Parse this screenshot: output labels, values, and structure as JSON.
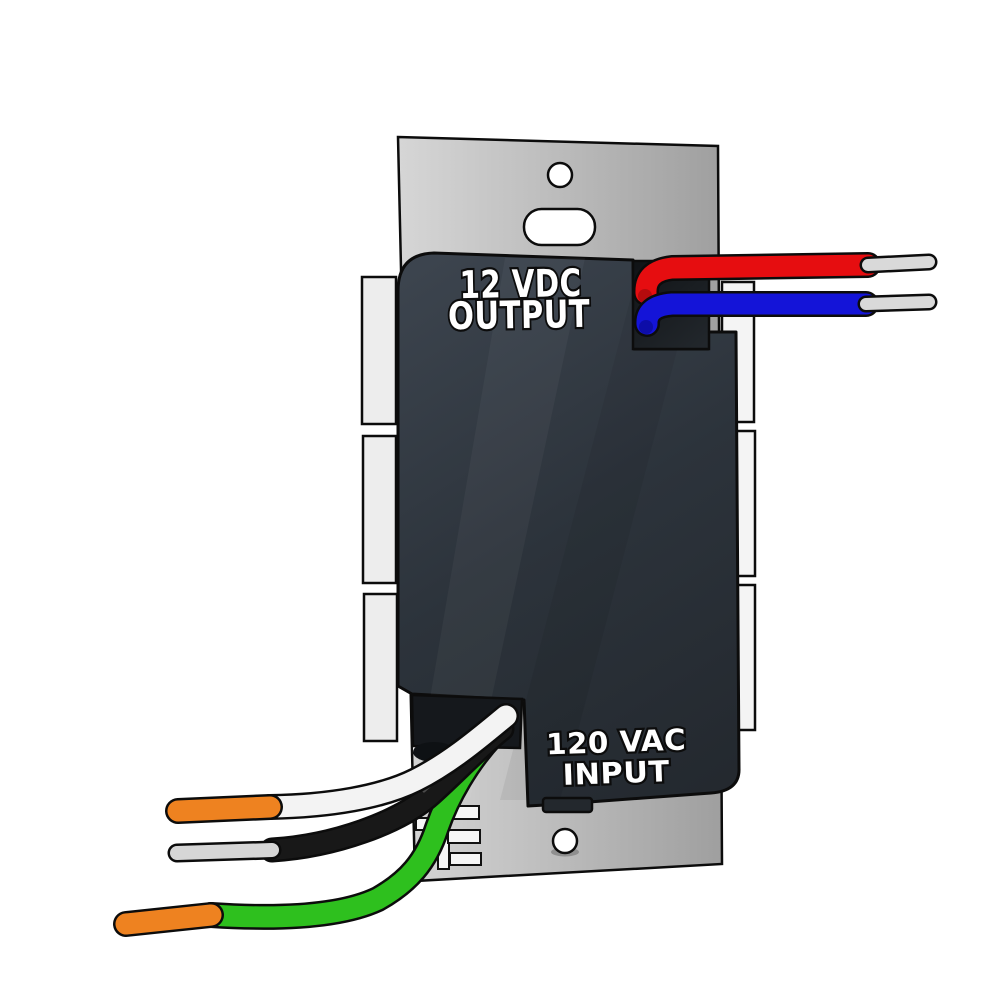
{
  "device": {
    "name": "120 VAC to 12 VDC wall-box power supply illustration",
    "output_label": {
      "line1": "12 VDC",
      "line2": "OUTPUT"
    },
    "input_label": {
      "line1": "120 VAC",
      "line2": "INPUT"
    }
  },
  "wires": {
    "output": [
      {
        "name": "output-wire-red",
        "color_name": "red",
        "hex": "#e60d10",
        "tip": "bare-silver",
        "tip_hex": "#d9d9d9"
      },
      {
        "name": "output-wire-blue",
        "color_name": "blue",
        "hex": "#1414d8",
        "tip": "bare-silver",
        "tip_hex": "#d9d9d9"
      }
    ],
    "input": [
      {
        "name": "input-wire-white",
        "color_name": "white",
        "hex": "#f3f3f3",
        "tip": "orange",
        "tip_hex": "#ee8220"
      },
      {
        "name": "input-wire-black",
        "color_name": "black",
        "hex": "#181818",
        "tip": "bare-silver",
        "tip_hex": "#d6d6d6"
      },
      {
        "name": "input-wire-green",
        "color_name": "green",
        "hex": "#2ec01e",
        "tip": "orange",
        "tip_hex": "#ee8220"
      }
    ]
  },
  "colors": {
    "background": "#ffffff",
    "plate_light": "#d6d6d6",
    "plate_dark": "#9f9f9f",
    "fin_left": "#ededed",
    "fin_right": "#f4f4f4",
    "body_light": "#3d454f",
    "body_dark": "#23282e",
    "recess": "#15181c",
    "outline": "#0c0c0c",
    "label_text": "#ffffff",
    "wire_end_shade_red": "#b50b0d",
    "wire_end_shade_blue": "#0d0da8"
  }
}
